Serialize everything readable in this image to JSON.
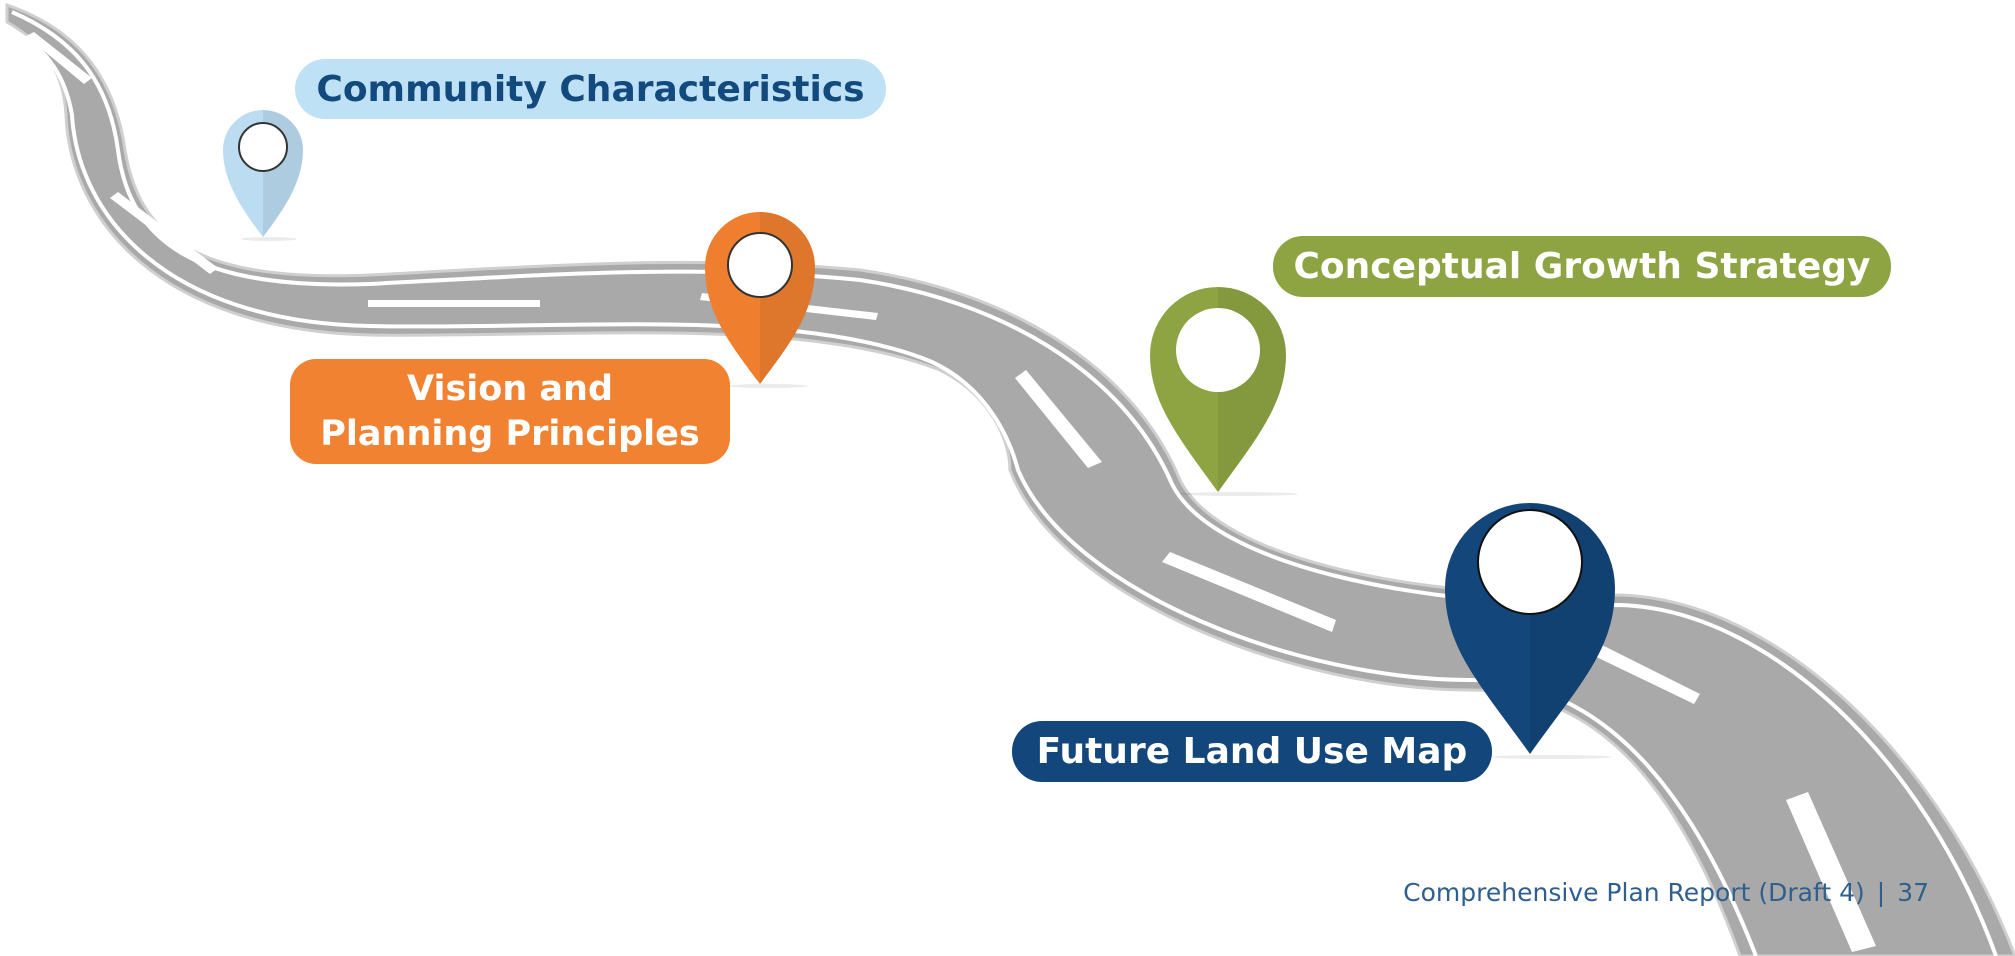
{
  "steps": [
    {
      "label_lines": [
        "Community Characteristics"
      ],
      "color": "#bfe1f6",
      "pin_color": "#bcdcf2",
      "text_color": "#124a7e"
    },
    {
      "label_lines": [
        "Vision and",
        "Planning Principles"
      ],
      "color": "#f08231",
      "pin_color": "#ef7f2f",
      "text_color": "#ffffff"
    },
    {
      "label_lines": [
        "Conceptual Growth Strategy"
      ],
      "color": "#8ea443",
      "pin_color": "#8ea443",
      "text_color": "#ffffff"
    },
    {
      "label_lines": [
        "Future Land Use Map"
      ],
      "color": "#13467a",
      "pin_color": "#13467a",
      "text_color": "#ffffff"
    }
  ],
  "footer": {
    "report_title": "Comprehensive Plan Report  (Draft 4)",
    "separator": "|",
    "page_number": "37",
    "color": "#2f5f8f"
  },
  "road": {
    "surface_color": "#a9a9a9",
    "marking_color": "#ffffff",
    "icon": "winding-road",
    "pin_icon": "map-pin-icon"
  }
}
